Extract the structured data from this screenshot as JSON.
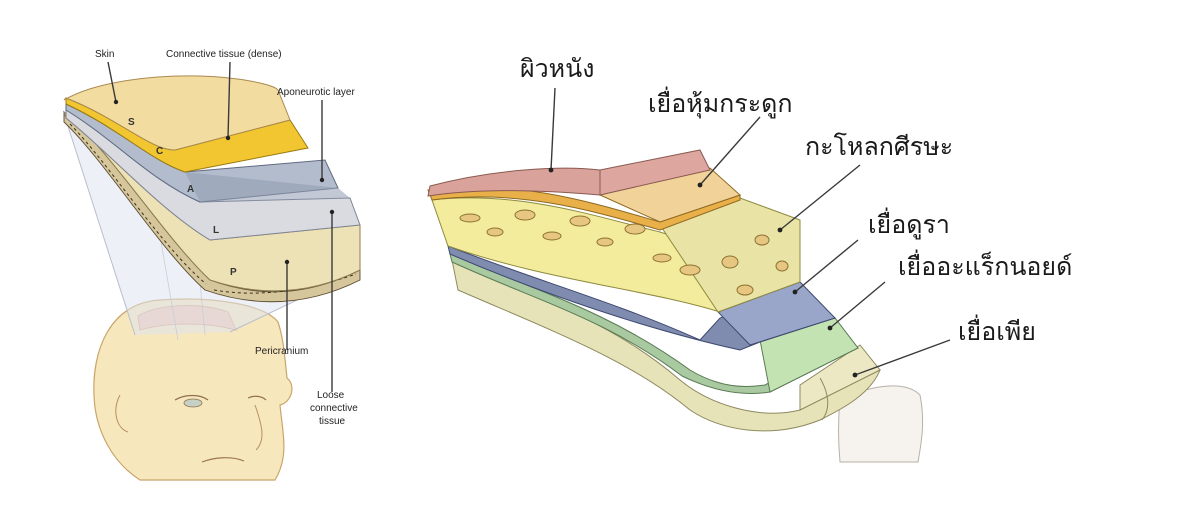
{
  "left_diagram": {
    "labels": {
      "skin": "Skin",
      "connective_dense": "Connective tissue (dense)",
      "aponeurotic": "Aponeurotic layer",
      "pericranium": "Pericranium",
      "loose_1": "Loose",
      "loose_2": "connective",
      "loose_3": "tissue"
    },
    "layer_letters": [
      "S",
      "C",
      "A",
      "L",
      "P"
    ]
  },
  "right_diagram": {
    "labels": {
      "skin": "ผิวหนัง",
      "periosteum": "เยื่อหุ้มกระดูก",
      "skull": "กะโหลกศีรษะ",
      "dura": "เยื่อดูรา",
      "arachnoid": "เยื่ออะแร็กนอยด์",
      "pia": "เยื่อเพีย"
    }
  },
  "colors": {
    "skin_peach": "#f3dca0",
    "dense_yellow": "#f1c630",
    "aponeurotic_blue": "#b3bccd",
    "loose_gray": "#d9dbe0",
    "pericranium_cream": "#ede2b6",
    "th_skin_pink": "#dda7a0",
    "th_periosteum": "#f1d39a",
    "th_bone": "#e9e3a6",
    "th_dura": "#9aa6c9",
    "th_arachnoid": "#c3e3b2",
    "th_pia": "#e6e3b9"
  }
}
